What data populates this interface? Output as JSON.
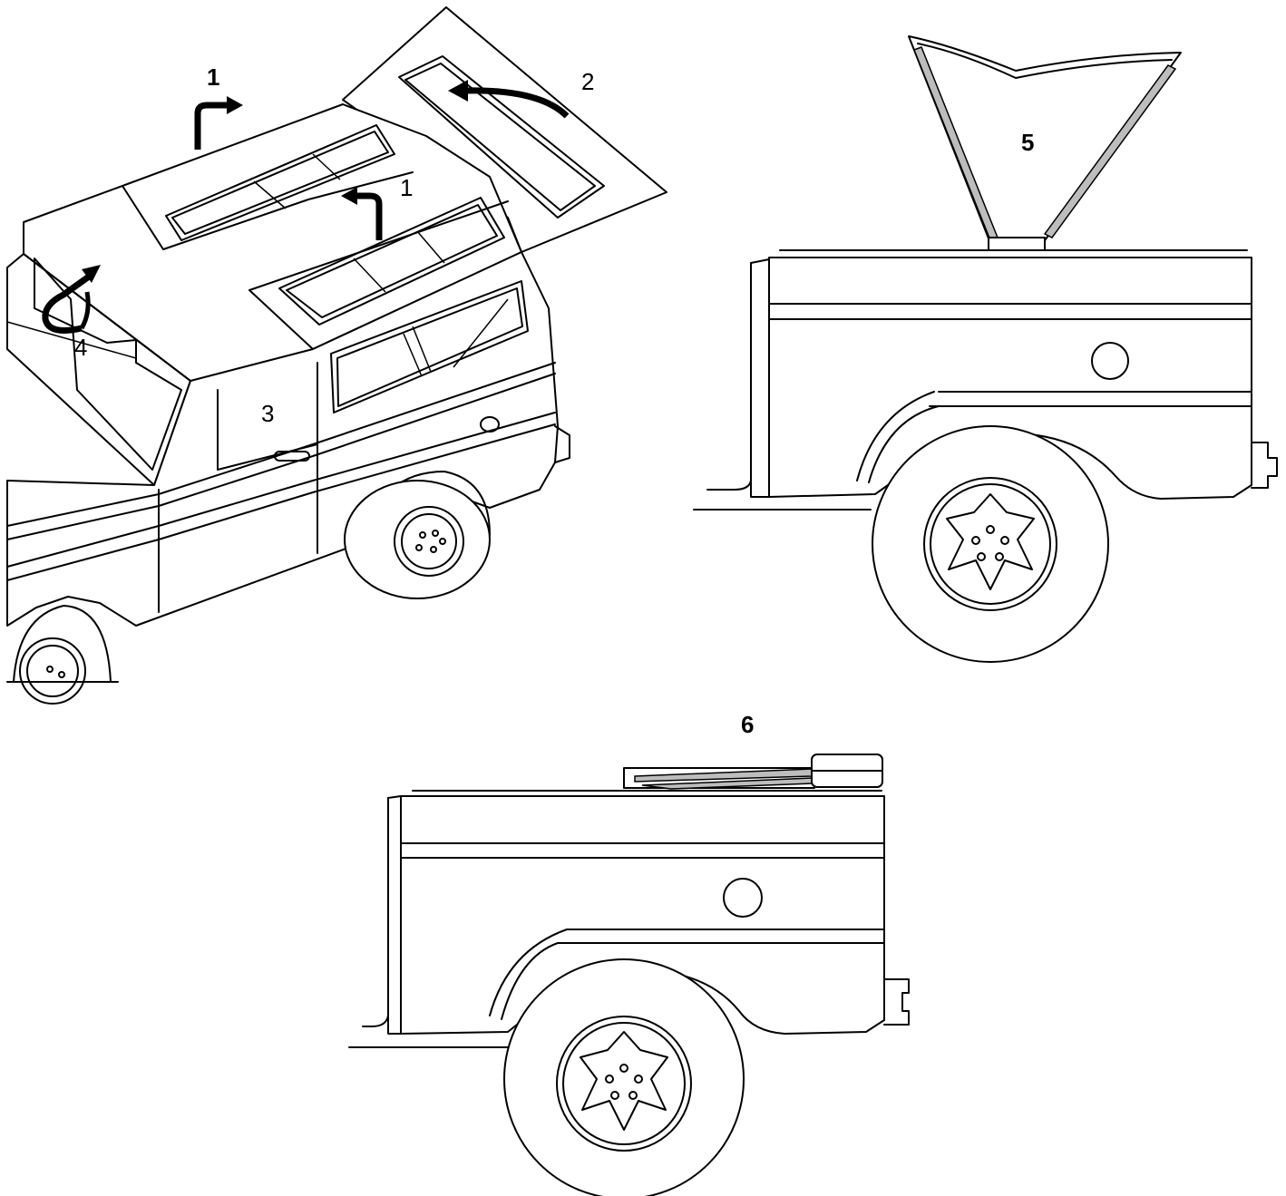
{
  "callouts": {
    "c1_top": "1",
    "c1_roof": "1",
    "c2": "2",
    "c3": "3",
    "c4": "4",
    "c5": "5",
    "c6": "6"
  }
}
